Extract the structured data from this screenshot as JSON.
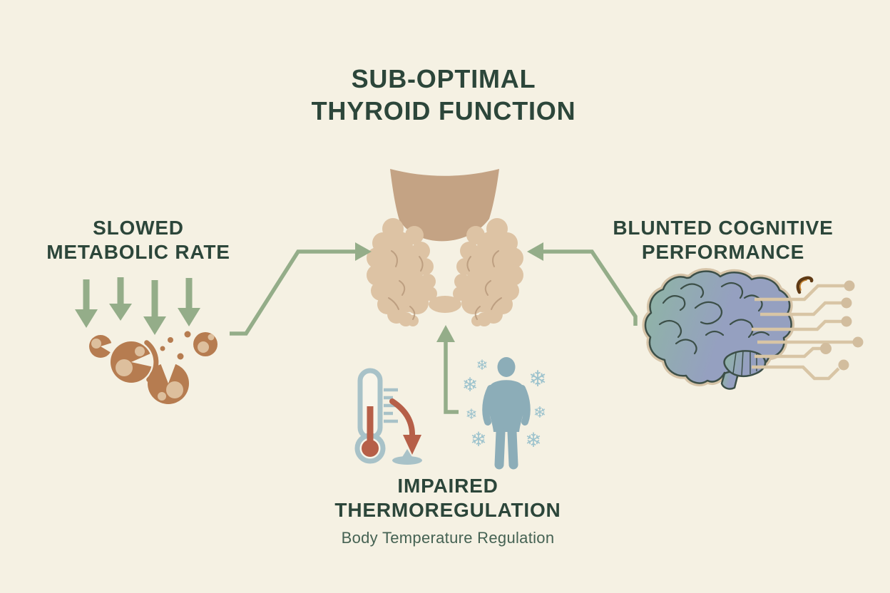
{
  "palette": {
    "background": "#f5f1e3",
    "heading": "#2c463a",
    "subheading": "#456253",
    "arrow_green": "#94ad89",
    "cartilage_tan": "#c4a384",
    "thyroid_tan": "#ddc3a4",
    "thyroid_line": "#b7997b",
    "cell_terracotta": "#b67c50",
    "cell_inner": "#ddbf9d",
    "brain_teal": "#8fb3a7",
    "brain_periwinkle": "#95a0c0",
    "brain_outline": "#3c4f48",
    "brain_border": "#d5c3a7",
    "circuit_tan": "#d8c5a5",
    "circuit_node": "#d2bd9e",
    "thermo_blue": "#a8c2c8",
    "thermo_tube": "#f8f5ea",
    "thermo_red": "#b65f48",
    "cold_blue": "#9dc3cd",
    "person_blue": "#8cadb8",
    "squiggle_brown": "#5f3a14",
    "squiggle_amber": "#c8852f"
  },
  "glyphs": {
    "snowflake": "❄"
  },
  "title": {
    "line1": "SUB-OPTIMAL",
    "line2": "THYROID FUNCTION"
  },
  "labels": {
    "metabolic": {
      "line1": "SLOWED",
      "line2": "METABOLIC RATE"
    },
    "cognitive": {
      "line1": "BLUNTED COGNITIVE",
      "line2": "PERFORMANCE"
    },
    "thermoregulation": {
      "line1": "IMPAIRED",
      "line2": "THERMOREGULATION",
      "subtitle": "Body Temperature Regulation"
    }
  }
}
